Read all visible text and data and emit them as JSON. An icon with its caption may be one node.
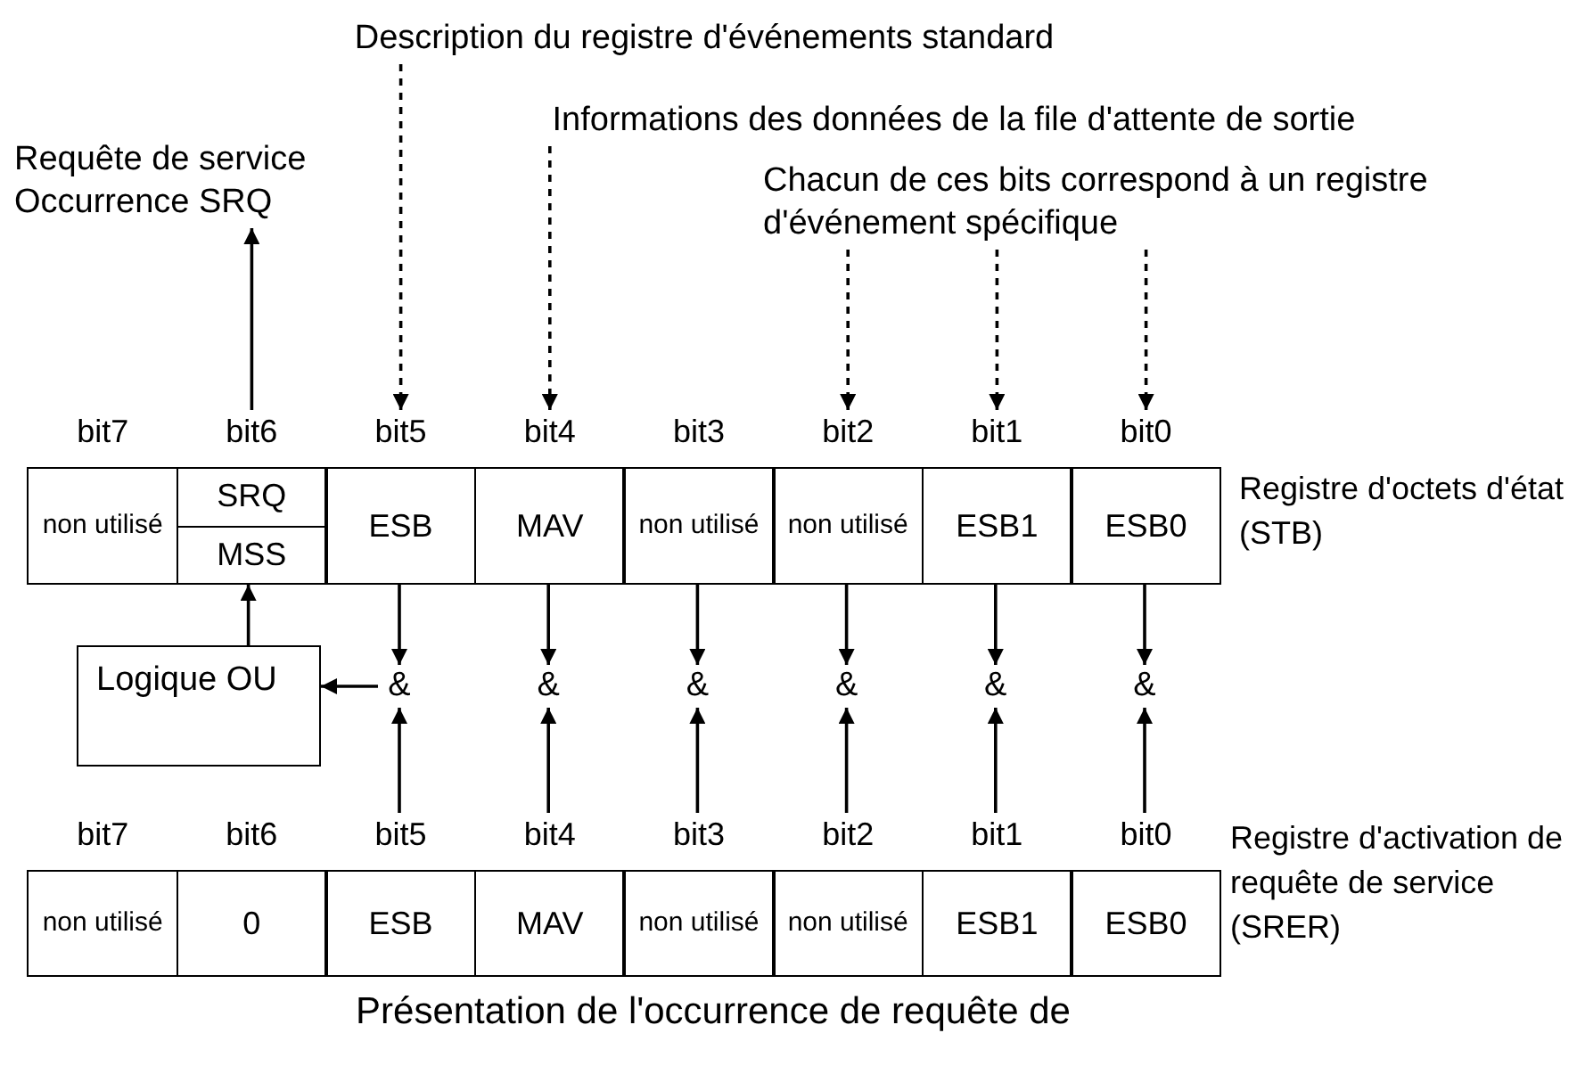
{
  "diagram": {
    "caption": "Présentation de l'occurrence de requête de",
    "nodes": [
      {
        "text": [
          "Description du registre d'événements standard"
        ]
      },
      {
        "text": [
          "Informations des données de la file d'attente de sortie"
        ]
      },
      {
        "text": [
          "Requête de service Occurrence SRQ"
        ]
      },
      {
        "text": [
          "Chacun de ces bits correspond à un registre d'événement spécifique"
        ]
      },
      {
        "text": [
          "bit7",
          "non utilisé"
        ]
      },
      {
        "text": [
          "bit6",
          "SRQ",
          "MSS"
        ]
      },
      {
        "text": [
          "bit5",
          "ESB"
        ]
      },
      {
        "text": [
          "bit4",
          "MAV"
        ]
      },
      {
        "text": [
          "bit3",
          "non utilisé"
        ]
      },
      {
        "text": [
          "bit2",
          "non utilisé"
        ]
      },
      {
        "text": [
          "bit1",
          "ESB1"
        ]
      },
      {
        "text": [
          "bit0",
          "ESB0"
        ]
      },
      {
        "text": [
          "Logique OU"
        ]
      },
      {
        "text": [
          "&"
        ]
      },
      {
        "text": [
          "&"
        ]
      },
      {
        "text": [
          "&"
        ]
      },
      {
        "text": [
          "&"
        ]
      },
      {
        "text": [
          "&"
        ]
      },
      {
        "text": [
          "&"
        ]
      },
      {
        "text": [
          "bit7",
          "non utilisé"
        ]
      },
      {
        "text": [
          "bit6",
          "0"
        ]
      },
      {
        "text": [
          "bit5",
          "ESB"
        ]
      },
      {
        "text": [
          "bit4",
          "MAV"
        ]
      },
      {
        "text": [
          "bit3",
          "non utilisé"
        ]
      },
      {
        "text": [
          "bit2",
          "non utilisé"
        ]
      },
      {
        "text": [
          "bit1",
          "ESB1"
        ]
      },
      {
        "text": [
          "bit0",
          "ESB0"
        ]
      }
    ],
    "edges": [
      {
        "from": 0,
        "to": 6,
        "arrow": "to",
        "style": "dashed"
      },
      {
        "from": 1,
        "to": 7,
        "arrow": "to",
        "style": "dashed"
      },
      {
        "from": 5,
        "to": 2,
        "arrow": "to"
      },
      {
        "from": 3,
        "to": 9,
        "arrow": "to",
        "style": "dashed"
      },
      {
        "from": 3,
        "to": 10,
        "arrow": "to",
        "style": "dashed"
      },
      {
        "from": 3,
        "to": 11,
        "arrow": "to",
        "style": "dashed"
      },
      {
        "from": 12,
        "to": 5,
        "arrow": "to"
      },
      {
        "from": 6,
        "to": 13,
        "arrow": "to"
      },
      {
        "from": 7,
        "to": 14,
        "arrow": "to"
      },
      {
        "from": 8,
        "to": 15,
        "arrow": "to"
      },
      {
        "from": 9,
        "to": 16,
        "arrow": "to"
      },
      {
        "from": 10,
        "to": 17,
        "arrow": "to"
      },
      {
        "from": 11,
        "to": 18,
        "arrow": "to"
      },
      {
        "from": 13,
        "to": 12,
        "arrow": "to"
      },
      {
        "from": 21,
        "to": 13,
        "arrow": "to"
      },
      {
        "from": 22,
        "to": 14,
        "arrow": "to"
      },
      {
        "from": 23,
        "to": 15,
        "arrow": "to"
      },
      {
        "from": 24,
        "to": 16,
        "arrow": "to"
      },
      {
        "from": 25,
        "to": 17,
        "arrow": "to"
      },
      {
        "from": 26,
        "to": 18,
        "arrow": "to"
      }
    ],
    "labels": [
      "Registre d'octets d'état (STB)",
      "Registre d'activation de requête de service (SRER)"
    ]
  }
}
